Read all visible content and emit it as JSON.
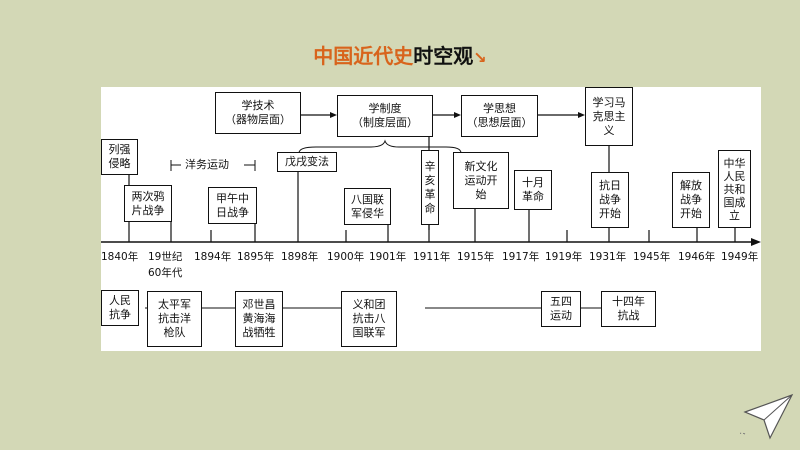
{
  "title": {
    "part1": "中国近代史",
    "part2": "时空观",
    "arrow": "↘"
  },
  "thought_boxes": [
    {
      "line1": "学技术",
      "line2": "（器物层面）"
    },
    {
      "line1": "学制度",
      "line2": "（制度层面）"
    },
    {
      "line1": "学思想",
      "line2": "（思想层面）"
    },
    {
      "line1": "学习马",
      "line2": "克思主",
      "line3": "义"
    }
  ],
  "top_events": {
    "liegiang": "列强\n侵略",
    "opium": "两次鸦\n片战争",
    "westernization": "洋务运动",
    "sino_japanese": "甲午中\n日战争",
    "reform": "戊戌变法",
    "eight_nation": "八国联\n军侵华",
    "xinhai": "辛\n亥\n革\n命",
    "new_culture": "新文化\n运动开\n始",
    "october": "十月\n革命",
    "anti_japan": "抗日\n战争\n开始",
    "liberation": "解放\n战争\n开始",
    "prc": "中华\n人民\n共和\n国成\n立"
  },
  "years": [
    "1840年",
    "19世纪",
    "60年代",
    "1894年",
    "1895年",
    "1898年",
    "1900年",
    "1901年",
    "1911年",
    "1915年",
    "1917年",
    "1919年",
    "1931年",
    "1945年",
    "1946年",
    "1949年"
  ],
  "bottom_events": {
    "resistance": "人民\n抗争",
    "taiping": "太平军\n抗击洋\n枪队",
    "deng": "邓世昌\n黄海海\n战牺牲",
    "boxer": "义和团\n抗击八\n国联军",
    "may_fourth": "五四\n运动",
    "fourteen": "十四年\n抗战"
  }
}
